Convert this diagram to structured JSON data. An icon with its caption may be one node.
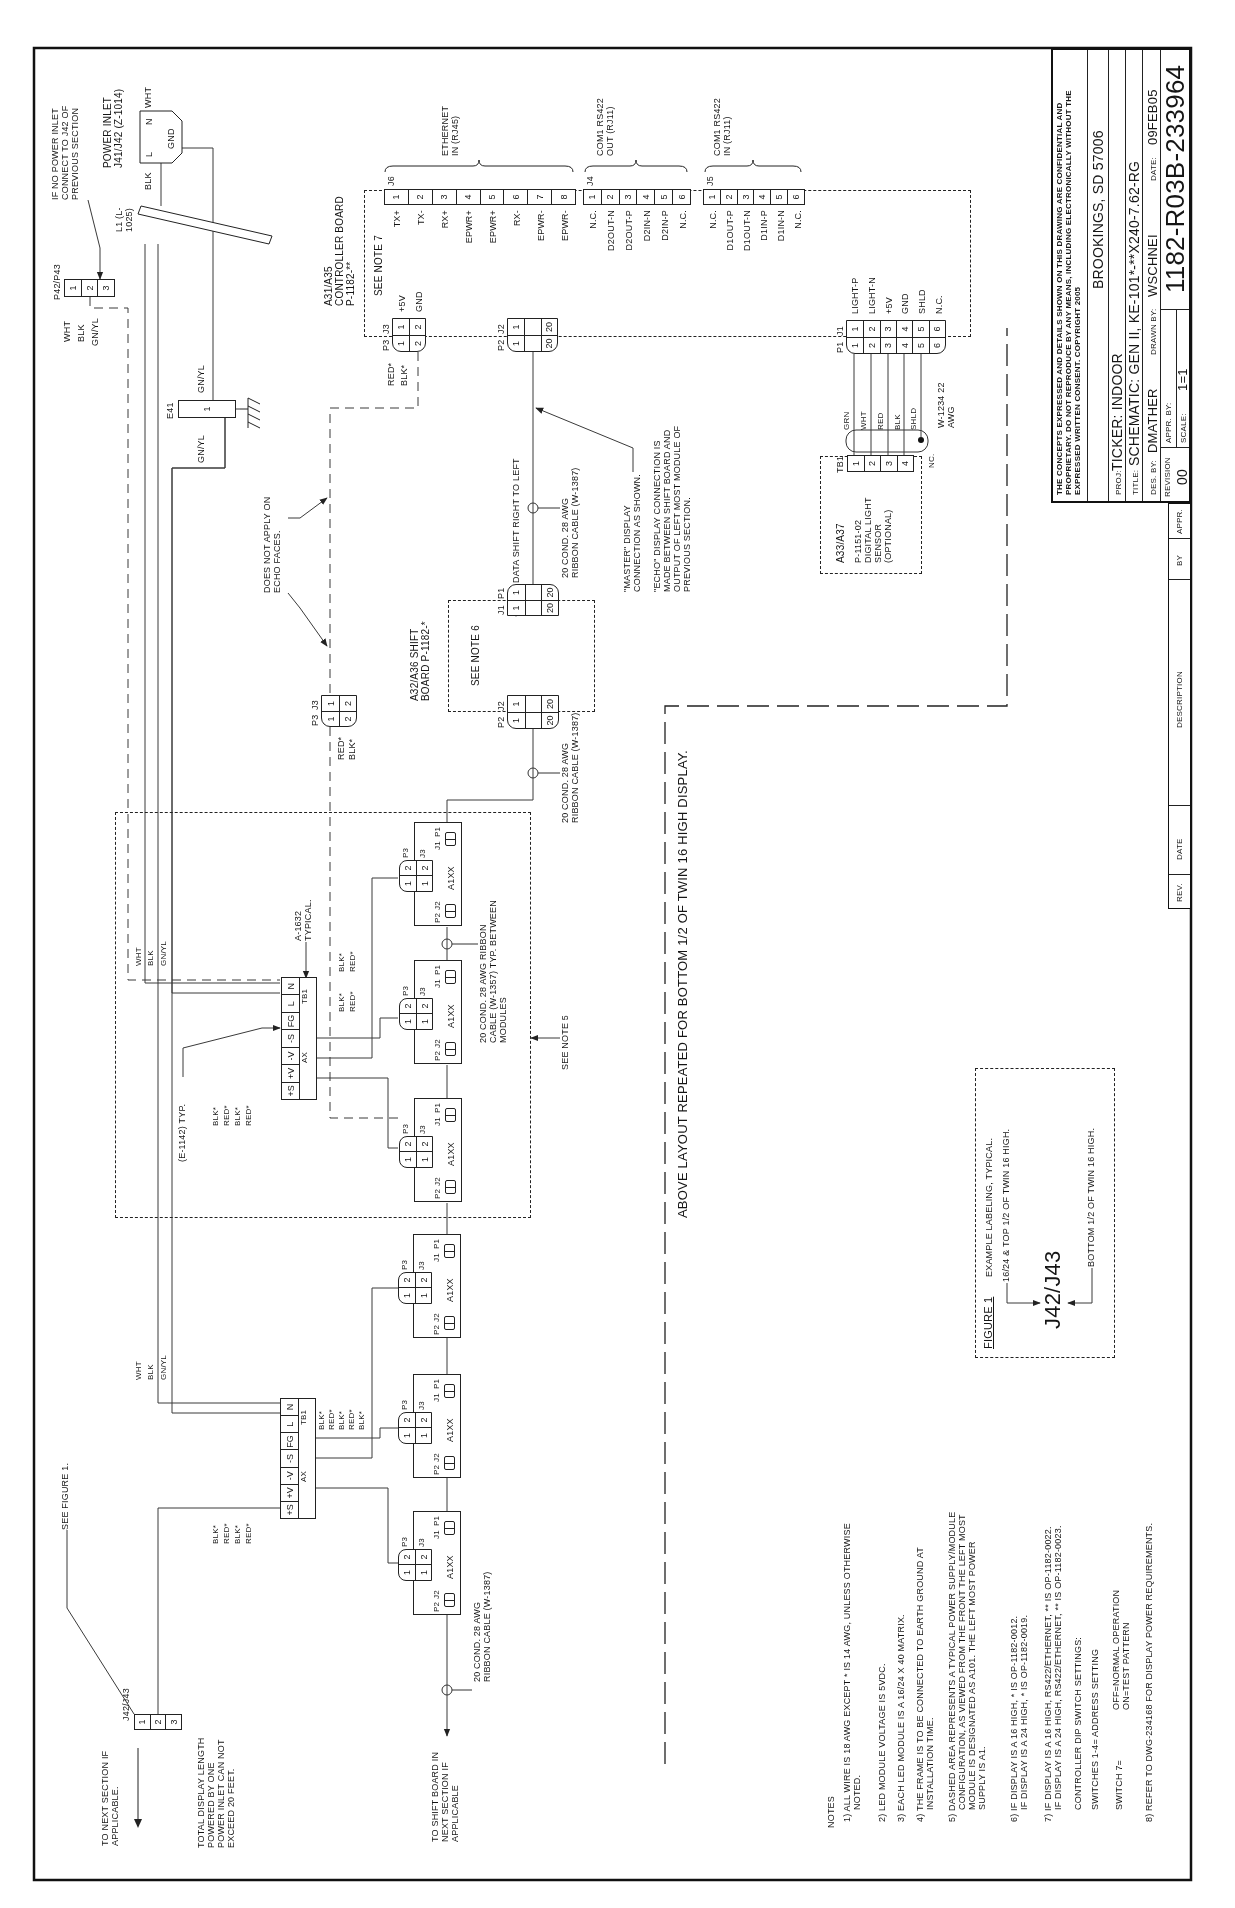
{
  "diagram": {
    "nodes": [
      {
        "text": [
          "N",
          "L",
          "GND"
        ],
        "beside": [
          "POWER INLET J41/J42 (Z-1014)"
        ]
      },
      {
        "text": [],
        "shape": "bar",
        "beside": [
          "L1 (L-1025)"
        ]
      },
      {
        "text": [
          "1",
          "2",
          "3"
        ],
        "beside": [
          "P42/P43"
        ]
      },
      {
        "text": [
          "1"
        ],
        "beside": [
          "E41"
        ]
      },
      {
        "text": [],
        "shape": "ground"
      },
      {
        "text": [
          "SEE NOTE 7"
        ],
        "beside": [
          "A31/A35 CONTROLLER BOARD P-1182-**"
        ]
      },
      {
        "text": [
          "1",
          "2",
          "3",
          "4",
          "5",
          "6",
          "7",
          "8"
        ],
        "beside": [
          "J6",
          "TX+",
          "TX-",
          "RX+",
          "EPWR+",
          "EPWR+",
          "RX-",
          "EPWR-",
          "EPWR-"
        ],
        "in": 5
      },
      {
        "text": [
          "1",
          "2",
          "3",
          "4",
          "5",
          "6"
        ],
        "beside": [
          "J4",
          "N.C.",
          "D2OUT-N",
          "D2OUT-P",
          "D2IN-N",
          "D2IN-P",
          "N.C."
        ],
        "in": 5
      },
      {
        "text": [
          "1",
          "2",
          "3",
          "4",
          "5",
          "6"
        ],
        "beside": [
          "J5",
          "N.C.",
          "D1OUT-P",
          "D1OUT-N",
          "D1IN-P",
          "D1IN-N",
          "N.C."
        ],
        "in": 5
      },
      {
        "text": [
          "1",
          "2",
          "1",
          "2"
        ],
        "beside": [
          "P3",
          "J3",
          "+5V",
          "GND"
        ]
      },
      {
        "text": [
          "1",
          "20",
          "1",
          "20"
        ],
        "beside": [
          "P2",
          "J2"
        ]
      },
      {
        "text": [
          "1",
          "2",
          "3",
          "4",
          "5",
          "6",
          "1",
          "2",
          "3",
          "4",
          "5",
          "6"
        ],
        "beside": [
          "P1",
          "J1",
          "LIGHT-P",
          "LIGHT-N",
          "+5V",
          "GND",
          "SHLD",
          "N.C."
        ]
      },
      {
        "text": [
          "SEE NOTE 6"
        ],
        "beside": [
          "A32/A36 SHIFT BOARD P-1182-*"
        ]
      },
      {
        "text": [
          "1",
          "20",
          "1",
          "20"
        ],
        "beside": [
          "J1",
          "P1"
        ]
      },
      {
        "text": [
          "1",
          "20",
          "1",
          "20"
        ],
        "beside": [
          "P2",
          "J2"
        ]
      },
      {
        "text": [
          "A33/A37",
          "P-1151-02 DIGITAL LIGHT SENSOR (OPTIONAL)"
        ]
      },
      {
        "text": [
          "1",
          "2",
          "3",
          "4"
        ],
        "beside": [
          "TB1"
        ],
        "in": 15
      },
      {
        "text": [],
        "shape": "box"
      },
      {
        "text": [
          "+S",
          "+V",
          "-V",
          "-S",
          "FG",
          "L",
          "N",
          "TB1",
          "AX"
        ],
        "in": 17
      },
      {
        "text": [
          "A1XX",
          "1",
          "2",
          "1",
          "2",
          "P3",
          "J3",
          "P2",
          "J2",
          "J1",
          "P1"
        ],
        "in": 17
      },
      {
        "text": [
          "A1XX",
          "1",
          "2",
          "1",
          "2",
          "P3",
          "J3",
          "P2",
          "J2",
          "J1",
          "P1"
        ],
        "in": 17
      },
      {
        "text": [
          "A1XX",
          "1",
          "2",
          "1",
          "2",
          "P3",
          "J3",
          "P2",
          "J2",
          "J1",
          "P1"
        ],
        "in": 17
      },
      {
        "text": [
          "+S",
          "+V",
          "-V",
          "-S",
          "FG",
          "L",
          "N",
          "TB1",
          "AX"
        ]
      },
      {
        "text": [
          "A1XX",
          "1",
          "2",
          "1",
          "2",
          "P3",
          "J3",
          "P2",
          "J2",
          "J1",
          "P1"
        ]
      },
      {
        "text": [
          "A1XX",
          "1",
          "2",
          "1",
          "2",
          "P3",
          "J3",
          "P2",
          "J2",
          "J1",
          "P1"
        ]
      },
      {
        "text": [
          "A1XX",
          "1",
          "2",
          "1",
          "2",
          "P3",
          "J3",
          "P2",
          "J2",
          "J1",
          "P1"
        ]
      },
      {
        "text": [
          "1",
          "2",
          "3"
        ],
        "beside": [
          "J42/J43"
        ]
      },
      {
        "text": [
          "1",
          "2",
          "1",
          "2"
        ],
        "beside": [
          "P3",
          "J3"
        ]
      },
      {
        "text": [
          "FIGURE 1",
          "EXAMPLE LABELING, TYPICAL."
        ]
      },
      {
        "text": [
          "16/24 & TOP 1/2 OF TWIN 16 HIGH."
        ],
        "in": 28
      },
      {
        "text": [
          "J42/J43"
        ],
        "in": 28
      },
      {
        "text": [
          "BOTTOM 1/2 OF TWIN 16 HIGH."
        ],
        "in": 28
      },
      {
        "text": [
          "IF NO POWER INLET CONNECT TO J42 OF PREVIOUS SECTION"
        ]
      },
      {
        "text": [
          "DOES NOT APPLY ON ECHO FACES."
        ]
      },
      {
        "text": [
          "\"MASTER\" DISPLAY CONNECTION AS SHOWN."
        ]
      },
      {
        "text": [
          "A-1632 TYPICAL."
        ],
        "in": 17
      },
      {
        "text": [
          "(E-1142) TYP."
        ],
        "in": 17
      },
      {
        "text": [
          "SEE NOTE 5"
        ]
      },
      {
        "text": [
          "SEE FIGURE 1."
        ]
      },
      {
        "text": [
          "TO SHIFT BOARD IN NEXT SECTION IF APPLICABLE"
        ]
      },
      {
        "text": [],
        "shape": "dot"
      }
    ],
    "edges": [
      {
        "from": 0,
        "to": 1,
        "arrow": "none"
      },
      {
        "from": 1,
        "to": 18,
        "arrow": "none"
      },
      {
        "from": 1,
        "to": 22,
        "arrow": "none"
      },
      {
        "from": 0,
        "to": 3,
        "arrow": "none"
      },
      {
        "from": 3,
        "to": 4,
        "arrow": "none"
      },
      {
        "from": 3,
        "to": 18,
        "arrow": "none"
      },
      {
        "from": 3,
        "to": 22,
        "arrow": "none"
      },
      {
        "from": 2,
        "to": 18,
        "arrow": "none",
        "style": "dashed"
      },
      {
        "from": 26,
        "to": 22,
        "arrow": "none"
      },
      {
        "from": 18,
        "to": 19,
        "arrow": "none"
      },
      {
        "from": 18,
        "to": 20,
        "arrow": "none"
      },
      {
        "from": 18,
        "to": 21,
        "arrow": "none"
      },
      {
        "from": 22,
        "to": 23,
        "arrow": "none"
      },
      {
        "from": 22,
        "to": 24,
        "arrow": "none"
      },
      {
        "from": 22,
        "to": 25,
        "arrow": "none"
      },
      {
        "from": 14,
        "to": 19,
        "arrow": "none"
      },
      {
        "from": 19,
        "to": 20,
        "arrow": "none"
      },
      {
        "from": 20,
        "to": 21,
        "arrow": "none"
      },
      {
        "from": 21,
        "to": 23,
        "arrow": "none"
      },
      {
        "from": 23,
        "to": 24,
        "arrow": "none"
      },
      {
        "from": 24,
        "to": 25,
        "arrow": "none"
      },
      {
        "from": 25,
        "to": 39,
        "arrow": "to"
      },
      {
        "from": 13,
        "to": 10,
        "arrow": "none"
      },
      {
        "from": 9,
        "to": 27,
        "arrow": "none",
        "style": "dashed"
      },
      {
        "from": 27,
        "to": 21,
        "arrow": "none",
        "style": "dashed"
      },
      {
        "from": 11,
        "to": 16,
        "arrow": "none"
      },
      {
        "from": 32,
        "to": 2,
        "arrow": "to"
      },
      {
        "from": 33,
        "to": null,
        "arrow": "to"
      },
      {
        "from": 33,
        "to": null,
        "arrow": "to"
      },
      {
        "from": 34,
        "to": null,
        "arrow": "to"
      },
      {
        "from": 35,
        "to": 18,
        "arrow": "to"
      },
      {
        "from": 36,
        "to": 18,
        "arrow": "to"
      },
      {
        "from": 37,
        "to": 17,
        "arrow": "to"
      },
      {
        "from": 38,
        "to": 26,
        "arrow": "none"
      },
      {
        "from": 29,
        "to": 30,
        "arrow": "to"
      },
      {
        "from": 31,
        "to": 30,
        "arrow": "to"
      },
      {
        "from": 11,
        "to": 16,
        "arrow": "none"
      },
      {
        "from": 11,
        "to": 16,
        "arrow": "none"
      },
      {
        "from": 11,
        "to": 16,
        "arrow": "none"
      },
      {
        "from": 11,
        "to": 40,
        "arrow": "none"
      }
    ],
    "labels": [
      "WHT",
      "BLK",
      "WHT",
      "BLK",
      "GN/YL",
      "GN/YL",
      "GN/YL",
      "RED*",
      "BLK*",
      "RED*",
      "BLK*",
      "ETHERNET IN (RJ45)",
      "COM1 RS422 OUT (RJ11)",
      "COM1 RS422 IN (RJ11)",
      "DATA SHIFT RIGHT TO LEFT",
      "20 COND. 28 AWG RIBBON CABLE (W-1387)",
      "\"ECHO\" DISPLAY CONNECTION IS MADE BETWEEN SHIFT BOARD AND OUTPUT OF LEFT MOST MODULE OF PREVIOUS SECTION.",
      "20 COND. 28 AWG RIBBON CABLE (W-1387)",
      "GRN",
      "WHT",
      "RED",
      "BLK",
      "SHLD",
      "NC.",
      "W-1234 22 AWG",
      "WHT",
      "BLK",
      "GN/YL",
      "BLK*",
      "RED*",
      "BLK*",
      "RED*",
      "BLK*",
      "RED*",
      "BLK*",
      "RED*",
      "20 COND. 28 AWG RIBBON CABLE (W-1357) TYP. BETWEEN MODULES",
      "WHT",
      "BLK",
      "GN/YL",
      "BLK*",
      "RED*",
      "BLK*",
      "RED*",
      "BLK*",
      "RED*",
      "BLK*",
      "RED*",
      "BLK*",
      "TO NEXT SECTION IF APPLICABLE.",
      "TOTAL DISPLAY LENGTH POWERED BY ONE POWER INLET CAN NOT EXCEED 20 FEET.",
      "20 COND. 28 AWG RIBBON CABLE (W-1387)",
      "ABOVE LAYOUT REPEATED FOR BOTTOM 1/2 OF TWIN 16 HIGH DISPLAY.",
      "NOTES",
      "1) ALL WIRE IS 18 AWG EXCEPT * IS 14 AWG, UNLESS OTHERWISE NOTED.",
      "2) LED MODULE VOLTAGE IS 5VDC.",
      "3) EACH LED MODULE IS A 16/24 X 40 MATRIX.",
      "4) THE FRAME IS TO BE CONNECTED TO EARTH GROUND AT INSTALLATION TIME.",
      "5) DASHED AREA REPRESENTS A TYPICAL POWER SUPPLY/MODULE CONFIGURATION, AS VIEWED FROM THE FRONT THE LEFT MOST MODULE IS DESIGNATED AS A101. THE LEFT MOST POWER SUPPLY IS A1.",
      "6) IF DISPLAY IS A 16 HIGH, * IS OP-1182-0012.",
      "IF DISPLAY IS A 24 HIGH, * IS OP-1182-0019.",
      "7) IF DISPLAY IS A 16 HIGH, RS422/ETHERNET, ** IS OP-1182-0022.",
      "IF DISPLAY IS A 24 HIGH, RS422/ETHERNET, ** IS OP-1182-0023.",
      "CONTROLLER DIP SWITCH SETTINGS:",
      "SWITCHES 1-4= ADDRESS SETTING",
      "SWITCH 7=",
      "OFF=NORMAL OPERATION",
      "ON=TEST PATTERN",
      "8) REFER TO DWG-234168 FOR DISPLAY POWER REQUIREMENTS.",
      "THE CONCEPTS EXPRESSED AND DETAILS SHOWN ON THIS DRAWING ARE CONFIDENTIAL AND PROPRIETARY. DO NOT REPRODUCE BY ANY MEANS, INCLUDING ELECTRONICALLY WITHOUT THE EXPRESSED WRITTEN CONSENT. COPYRIGHT 2005",
      "BROOKINGS, SD 57006",
      "PROJ:",
      "TICKER: INDOOR",
      "TITLE:",
      "SCHEMATIC: GEN II, KE-101*-**X240-7.62-RG",
      "DES. BY:",
      "DMATHER",
      "DRAWN BY:",
      "WSCHNEI",
      "DATE:",
      "09FEB05",
      "REVISION",
      "APPR. BY:",
      "00",
      "SCALE:",
      "1=1",
      "1182-R03B-233964",
      "REV.",
      "DATE",
      "DESCRIPTION",
      "BY",
      "APPR."
    ]
  }
}
